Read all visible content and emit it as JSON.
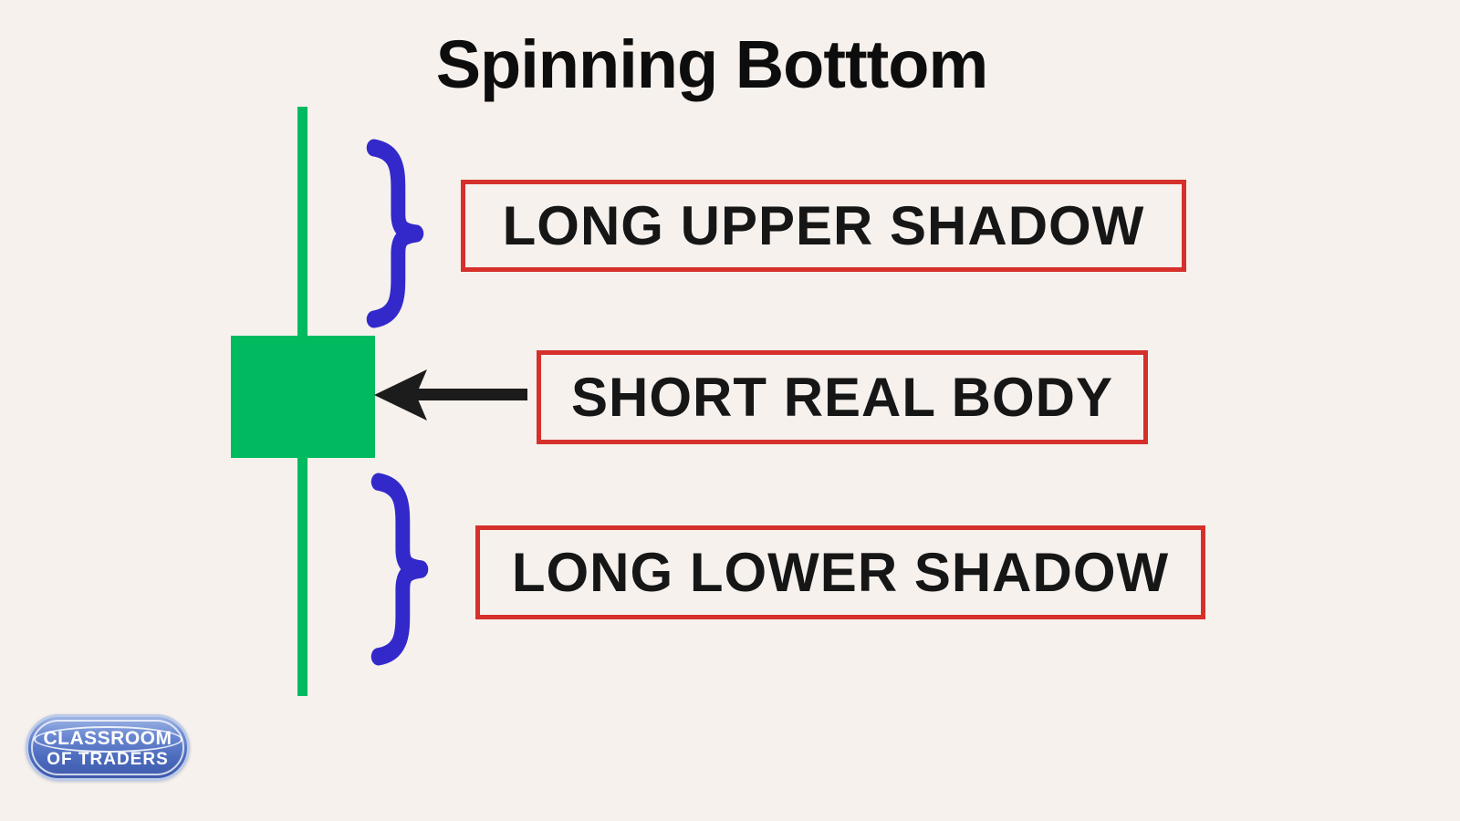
{
  "title": "Spinning Botttom",
  "labels": {
    "upper_shadow": "LONG UPPER SHADOW",
    "real_body": "SHORT REAL BODY",
    "lower_shadow": "LONG LOWER SHADOW"
  },
  "icons": {
    "brace_glyph": "}",
    "arrow_direction": "left"
  },
  "logo": {
    "line1": "CLASSROOM",
    "line2": "OF TRADERS"
  },
  "colors": {
    "background": "#f6f1ed",
    "candle_green": "#00ba60",
    "brace_blue": "#3329cb",
    "box_border_red": "#d6302b",
    "text_black": "#161616",
    "arrow_black": "#1c1c1c",
    "logo_blue_light": "#9db4e4",
    "logo_blue_dark": "#3e5aab",
    "logo_text_white": "#ffffff"
  }
}
